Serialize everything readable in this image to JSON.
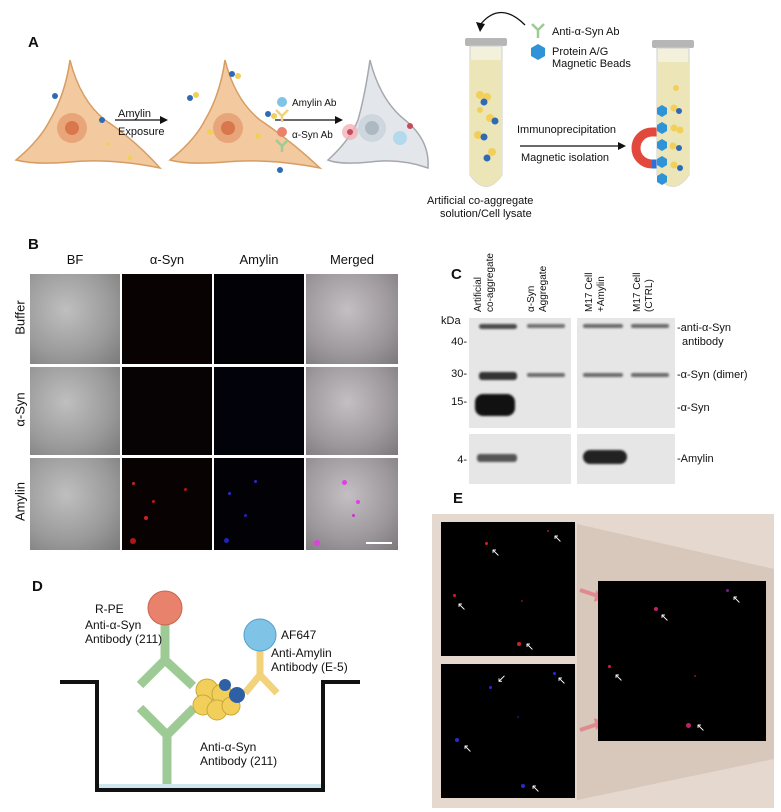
{
  "panels": {
    "a": "A",
    "b": "B",
    "c": "C",
    "d": "D",
    "e": "E"
  },
  "panel_a": {
    "amylin_exposure_line1": "Amylin",
    "amylin_exposure_line2": "Exposure",
    "amylin_ab": "Amylin Ab",
    "asyn_ab": "α-Syn Ab",
    "legend_anti_asyn": "Anti-α-Syn Ab",
    "legend_beads_line1": "Protein A/G",
    "legend_beads_line2": "Magnetic Beads",
    "immunoprecipitation": "Immunoprecipitation",
    "magnetic_isolation": "Magnetic isolation",
    "tube_caption_line1": "Artificial co-aggregate",
    "tube_caption_line2": "solution/Cell lysate"
  },
  "panel_b": {
    "columns": [
      "BF",
      "α-Syn",
      "Amylin",
      "Merged"
    ],
    "rows": [
      "Buffer",
      "α-Syn",
      "Amylin"
    ]
  },
  "panel_c": {
    "lanes": [
      [
        "Artificial",
        "co-aggregate"
      ],
      [
        "α-Syn",
        "Aggregate"
      ],
      [
        "M17 Cell",
        "+Amylin"
      ],
      [
        "M17 Cell",
        "(CTRL)"
      ]
    ],
    "kda": "kDa",
    "markers": [
      "40-",
      "30-",
      "15-",
      "4-"
    ],
    "right_labels": {
      "antibody_line1": "-anti-α-Syn",
      "antibody_line2": "antibody",
      "dimer": "-α-Syn (dimer)",
      "monomer": "-α-Syn",
      "amylin": "-Amylin"
    }
  },
  "panel_d": {
    "rpe": "R-PE",
    "anti_asyn_top_line1": "Anti-α-Syn",
    "anti_asyn_top_line2": "Antibody (211)",
    "af647": "AF647",
    "anti_amylin_line1": "Anti-Amylin",
    "anti_amylin_line2": "Antibody (E-5)",
    "anti_asyn_bottom_line1": "Anti-α-Syn",
    "anti_asyn_bottom_line2": "Antibody (211)"
  },
  "colors": {
    "cell": "#f3c9a0",
    "cell_outline": "#d79c62",
    "nucleus": "#e48d5e",
    "antibody_green": "#9ecb95",
    "antibody_yellow": "#f2d27a",
    "rpe_red": "#e8826c",
    "af647_blue": "#7fc3e6",
    "bead_blue": "#2f93d8",
    "magnet_red": "#e2483b",
    "magnet_blue": "#2f6fd8",
    "zoom_bg": "#e5d8cf"
  }
}
